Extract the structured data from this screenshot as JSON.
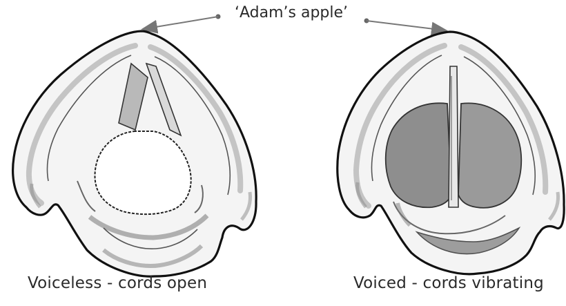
{
  "annotation": {
    "label": "‘Adam’s apple’"
  },
  "panels": [
    {
      "caption": "Voiceless - cords open"
    },
    {
      "caption": "Voiced - cords vibrating"
    }
  ],
  "colors": {
    "outline": "#111111",
    "cartilage_shade": "#c9c9c9",
    "vocal_cords_shade": "#8e8e8e",
    "annotation_line": "#777777",
    "text": "#2a2a2a"
  }
}
